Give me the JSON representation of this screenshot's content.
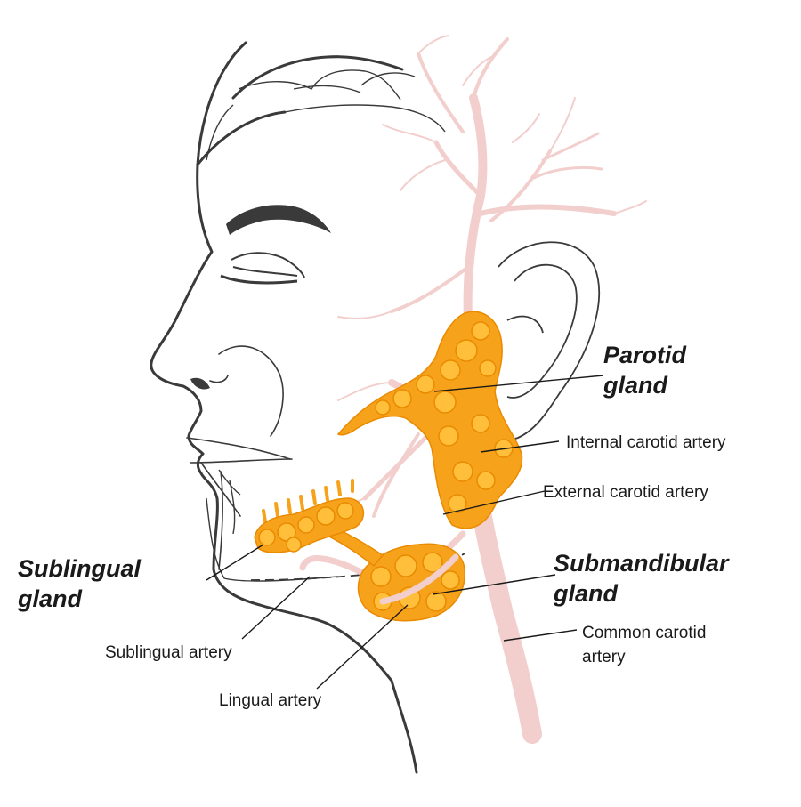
{
  "colors": {
    "gland": "#f7a21b",
    "gland_lobule": "#ffbf3a",
    "artery": "#f2cfcd",
    "outline": "#3a3a3a",
    "leader": "#1a1a1a"
  },
  "labels": {
    "parotid": {
      "line1": "Parotid",
      "line2": "gland"
    },
    "internal_carotid": "Internal carotid artery",
    "external_carotid": "External carotid artery",
    "submandibular": {
      "line1": "Submandibular",
      "line2": "gland"
    },
    "common_carotid": {
      "line1": "Common carotid",
      "line2": "artery"
    },
    "sublingual_gland": {
      "line1": "Sublingual",
      "line2": "gland"
    },
    "sublingual_artery": "Sublingual artery",
    "lingual_artery": "Lingual artery"
  }
}
